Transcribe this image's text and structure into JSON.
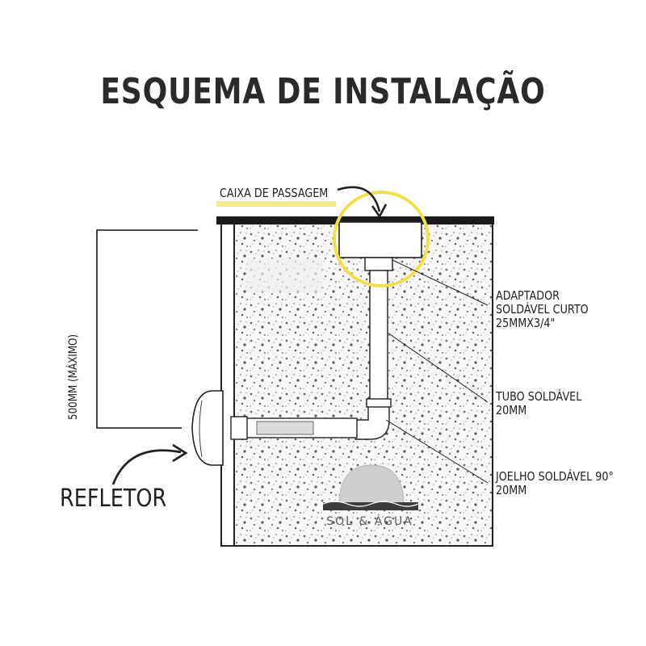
{
  "title": "ESQUEMA DE INSTALAÇÃO",
  "labels": {
    "caixa": "CAIXA DE PASSAGEM",
    "adaptador": [
      "ADAPTADOR",
      "SOLDÁVEL CURTO",
      "25MMX3/4\""
    ],
    "tubo": [
      "TUBO SOLDÁVEL",
      "20MM"
    ],
    "joelho": [
      "JOELHO SOLDÁVEL 90°",
      "20MM"
    ],
    "refletor": "REFLETOR",
    "dimension": "500MM (MÁXIMO)"
  },
  "brand": {
    "name": "SOL & ÁGUA"
  },
  "colors": {
    "highlight": "#f4ec8a",
    "circle": "#f0e14a",
    "ink": "#1a1a1a"
  }
}
